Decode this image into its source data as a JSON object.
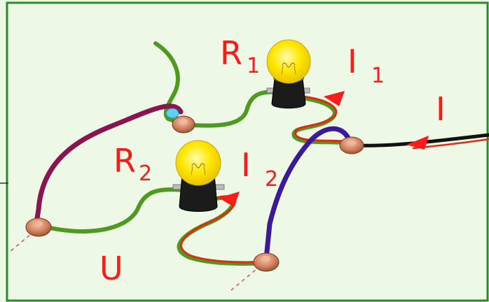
{
  "labels": {
    "r1": "R",
    "r1_sub": "1",
    "r2": "R",
    "r2_sub": "2",
    "i": "I",
    "i1": "I",
    "i1_sub": "1",
    "i2": "I",
    "i2_sub": "2",
    "u": "U"
  },
  "colors": {
    "background": "#eef8e6",
    "frame": "#2a8a2a",
    "wire_green": "#4e9a1e",
    "wire_red": "#e12a12",
    "wire_black": "#111111",
    "wire_purple": "#8a1450",
    "wire_blue": "#3a1a9a",
    "label_red": "#ff1a1a",
    "bulb_yellow": "#ffe600",
    "terminal": "#c8785a"
  },
  "icons": [
    "light-bulb-icon",
    "current-arrow-icon",
    "terminal-icon"
  ]
}
